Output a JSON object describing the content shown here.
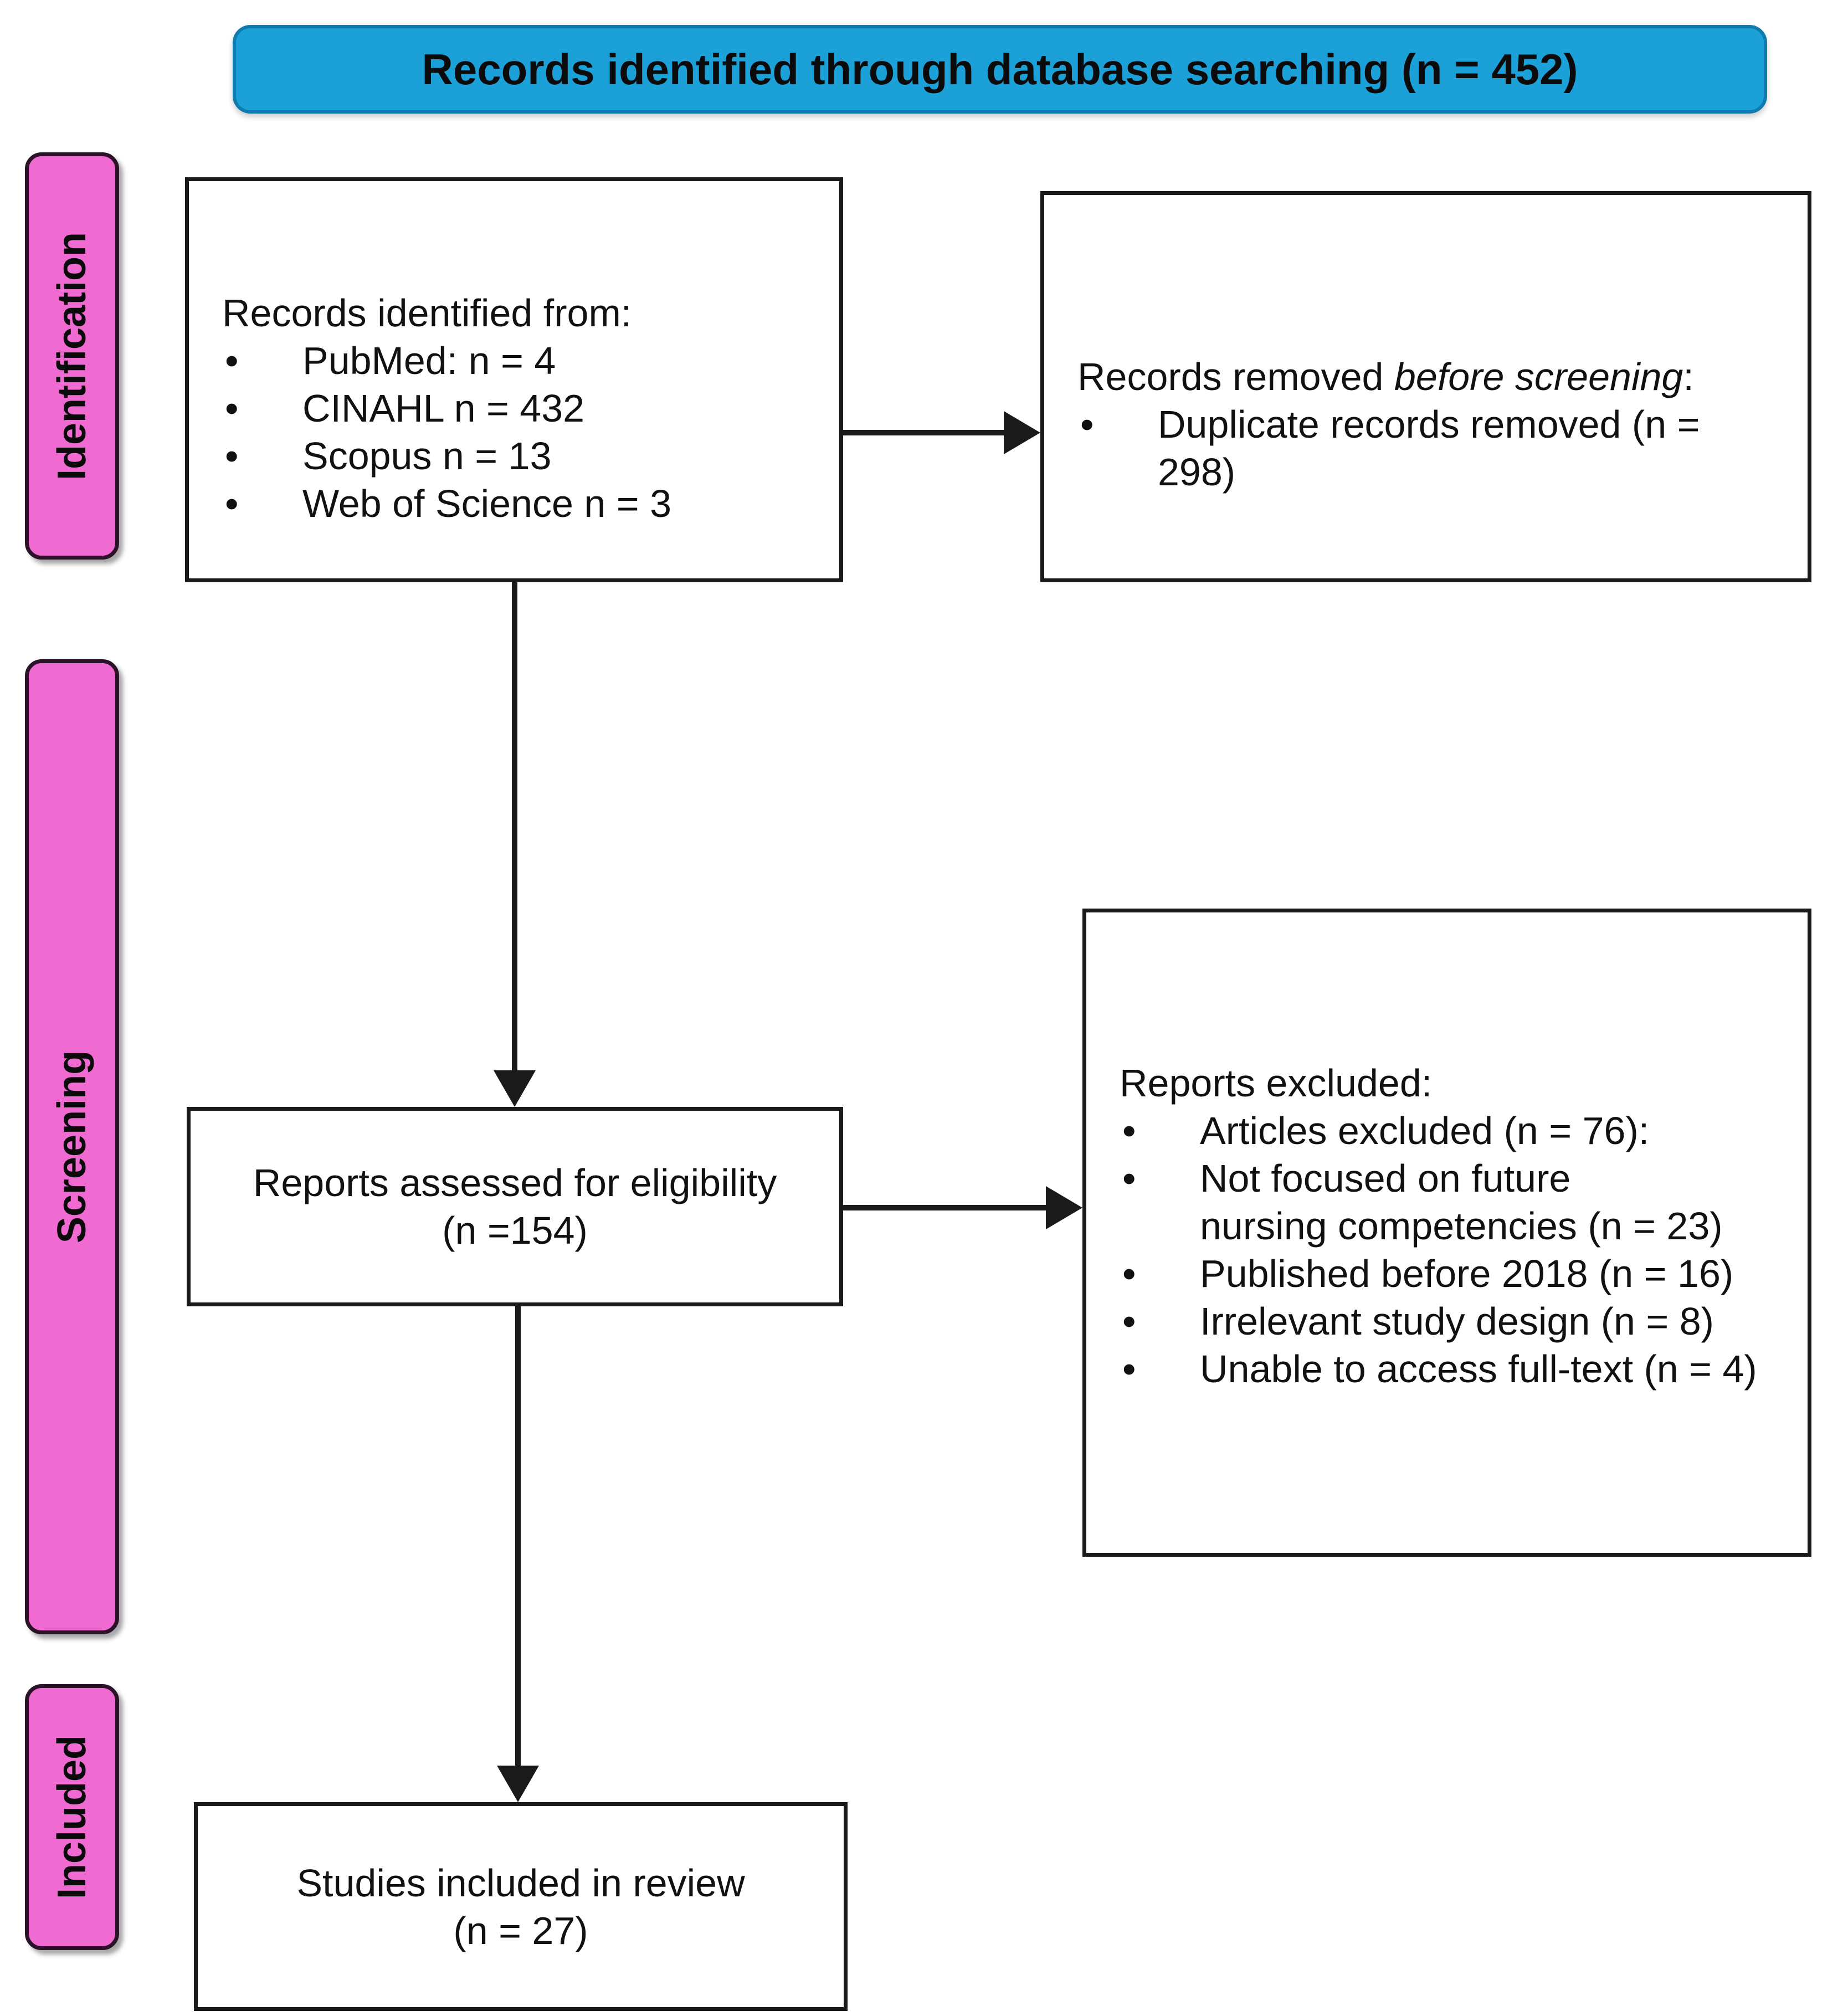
{
  "banner": {
    "label": "Records identified through database searching (n = 452)"
  },
  "stages": {
    "identification": "Identification",
    "screening": "Screening",
    "included": "Included"
  },
  "boxes": {
    "identified": {
      "heading": "Records identified from:",
      "bullets": [
        "PubMed: n = 4",
        "CINAHL n = 432",
        "Scopus n = 13",
        "Web of Science n = 3"
      ]
    },
    "removed": {
      "heading_prefix": "Records removed ",
      "heading_italic": "before screening",
      "heading_suffix": ":",
      "bullets": [
        "Duplicate records removed (n =\n298)"
      ]
    },
    "assessed": {
      "line1": "Reports assessed for eligibility",
      "line2": "(n =154)"
    },
    "excluded": {
      "heading": "Reports excluded:",
      "bullets": [
        "Articles excluded (n = 76):",
        "Not focused on future\nnursing competencies (n = 23)",
        "Published before 2018 (n = 16)",
        "Irrelevant study design (n = 8)",
        "Unable to access full-text (n = 4)"
      ]
    },
    "included_studies": {
      "line1": "Studies included in review",
      "line2": "(n = 27)"
    }
  },
  "colors": {
    "banner_fill": "#1BA0D8",
    "banner_border": "#0E7AAD",
    "stage_fill": "#EF6BD1",
    "stage_border": "#2B1228",
    "box_border": "#1A1A1A",
    "arrow": "#1A1A1A",
    "text": "#111111"
  }
}
